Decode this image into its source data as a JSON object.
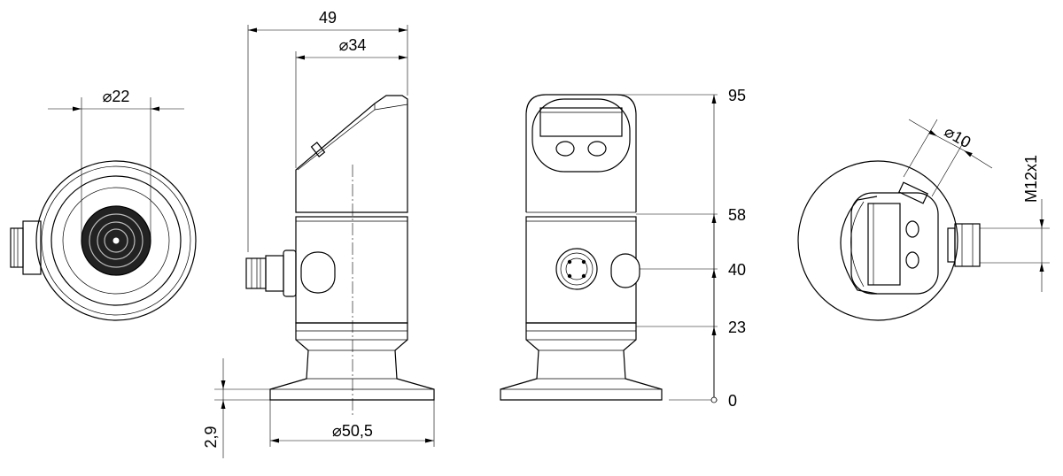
{
  "dimensions": {
    "front_sensor_diameter": "22",
    "overall_depth": "49",
    "housing_diameter": "34",
    "flange_diameter": "50,5",
    "flange_thickness": "2,9",
    "connector_diameter": "10",
    "connector_thread": "M12x1"
  },
  "heights": {
    "top": "95",
    "housing_top": "58",
    "connector_axis": "40",
    "housing_bottom": "23",
    "base": "0"
  },
  "symbols": {
    "diameter": "⌀"
  }
}
